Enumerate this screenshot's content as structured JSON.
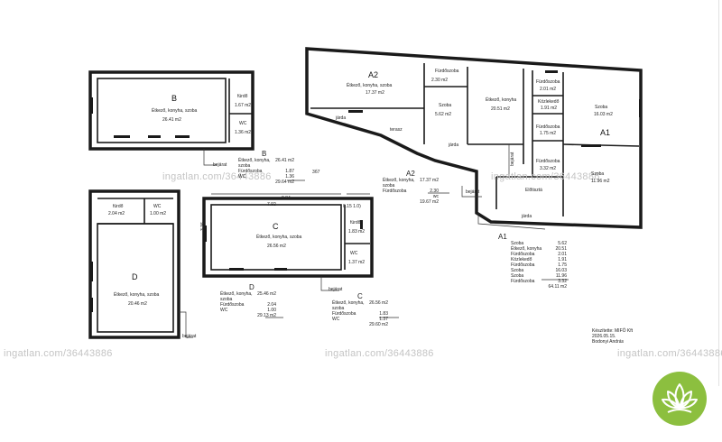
{
  "watermark": {
    "text": "ingatlan.com/36443886"
  },
  "units": {
    "b": {
      "letter": "B",
      "room": "Étkező, konyha, szoba",
      "area": "26.41 m2",
      "bath_name": "fürdő",
      "bath_area": "1.67 m2",
      "wc_name": "WC",
      "wc_area": "1.36 m2",
      "entrance": "bejárat"
    },
    "a2": {
      "letter": "A2",
      "room": "Étkező, konyha, szoba",
      "area": "17.37 m2",
      "bath_name": "Fürdőszoba",
      "bath_area": "2.30 m2",
      "room2_name": "Szoba",
      "room2_area": "5.62 m2",
      "walk1": "járda",
      "terrace": "terasz",
      "walk2": "járda",
      "entrance": "bejárat"
    },
    "a1": {
      "letter": "A1",
      "kitchen_name": "Étkező, konyha",
      "kitchen_area": "20.51 m2",
      "bath1_name": "Fürdőszoba",
      "bath1_area": "2.01 m2",
      "hall_name": "Közlekedő",
      "hall_area": "1.91 m2",
      "bath2_name": "Fürdőszoba",
      "bath2_area": "1.75 m2",
      "bath3_name": "Fürdőszoba",
      "bath3_area": "3.32 m2",
      "room1_name": "Szoba",
      "room1_area": "16.03 m2",
      "room2_name": "Szoba",
      "room2_area": "11.96 m2",
      "porch_name": "Előtisztá",
      "porch_area": "",
      "vertical": "bejárat",
      "walk": "járda"
    },
    "c": {
      "letter": "C",
      "room": "Étkező, konyha, szoba",
      "area": "26.56 m2",
      "bath_name": "fürdő",
      "bath_area": "1.83 m2",
      "wc_name": "WC",
      "wc_area": "1.37 m2",
      "dim_top": "8.84",
      "dim_inner": "7.92",
      "dim_side": "0.15 1.0)",
      "dim_left": "3.36",
      "entrance": "bejárat"
    },
    "d": {
      "letter": "D",
      "room": "Étkező, konyha, szoba",
      "area": "20.46 m2",
      "bath_name": "fürdő",
      "bath_area": "2.04 m2",
      "wc_name": "WC",
      "wc_area": "1.00 m2",
      "entrance": "bejárat"
    }
  },
  "summaries": {
    "b": {
      "title": "B",
      "rows": [
        [
          "Étkező, konyha, szoba",
          "26.41 m2"
        ],
        [
          "Fürdőszoba",
          "1.87"
        ],
        [
          "WC",
          "1.36"
        ]
      ],
      "total": "29.64 m2",
      "tag": "3б7"
    },
    "a2": {
      "title": "A2",
      "rows": [
        [
          "Étkező, konyha, szoba",
          "17.37 m2"
        ],
        [
          "Fürdőszoba",
          "2.30"
        ],
        [
          "",
          "wc"
        ]
      ],
      "total": "19.67 m2"
    },
    "a1": {
      "title": "A1",
      "rows": [
        [
          "Szoba",
          "5.62"
        ],
        [
          "Étkező, konyha",
          "20.51"
        ],
        [
          "Fürdőszoba",
          "2.01"
        ],
        [
          "Közlekedő",
          "1.91"
        ],
        [
          "Fürdőszoba",
          "1.75"
        ],
        [
          "Szoba",
          "16.03"
        ],
        [
          "Szoba",
          "11.96"
        ],
        [
          "Fürdőszoba",
          "3.32"
        ]
      ],
      "total": "64.11 m2"
    },
    "d": {
      "title": "D",
      "rows": [
        [
          "Étkező, konyha, szoba",
          "25.46 m2"
        ],
        [
          "Fürdőszoba",
          "2.04"
        ],
        [
          "WC",
          "1.00"
        ]
      ],
      "total": "29.13 m2"
    },
    "c": {
      "title": "C",
      "rows": [
        [
          "Étkező, konyha, szoba",
          "26.56 m2"
        ],
        [
          "Fürdőszoba",
          "1.83"
        ],
        [
          "WC",
          "1.37"
        ]
      ],
      "total": "29.60 m2"
    }
  },
  "credit": {
    "line1": "Készítette: MIFÖ Kft",
    "line2": "2026.05.15.",
    "line3": "Bodonyi András"
  },
  "colors": {
    "wall": "#1a1a1a",
    "watermark": "#c4c4c4",
    "logo": "#8cbf3f"
  },
  "logo_icon": "lotus-icon"
}
